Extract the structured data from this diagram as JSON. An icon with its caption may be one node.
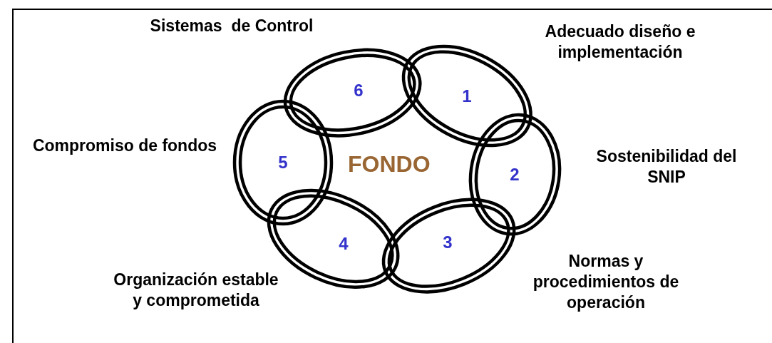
{
  "diagram": {
    "nodes": [
      {
        "text": [
          "1"
        ],
        "beside": [
          "Adecuado diseño e implementación"
        ]
      },
      {
        "text": [
          "2"
        ],
        "beside": [
          "Sostenibilidad del SNIP"
        ]
      },
      {
        "text": [
          "3"
        ],
        "beside": [
          "Normas y procedimientos de operación"
        ]
      },
      {
        "text": [
          "4"
        ],
        "beside": [
          "Organización estable y comprometida"
        ]
      },
      {
        "text": [
          "5"
        ],
        "beside": [
          "Compromiso de fondos"
        ]
      },
      {
        "text": [
          "6"
        ],
        "beside": [
          "Sistemas  de Control"
        ]
      }
    ],
    "edges": [],
    "labels": [
      "FONDO"
    ]
  }
}
